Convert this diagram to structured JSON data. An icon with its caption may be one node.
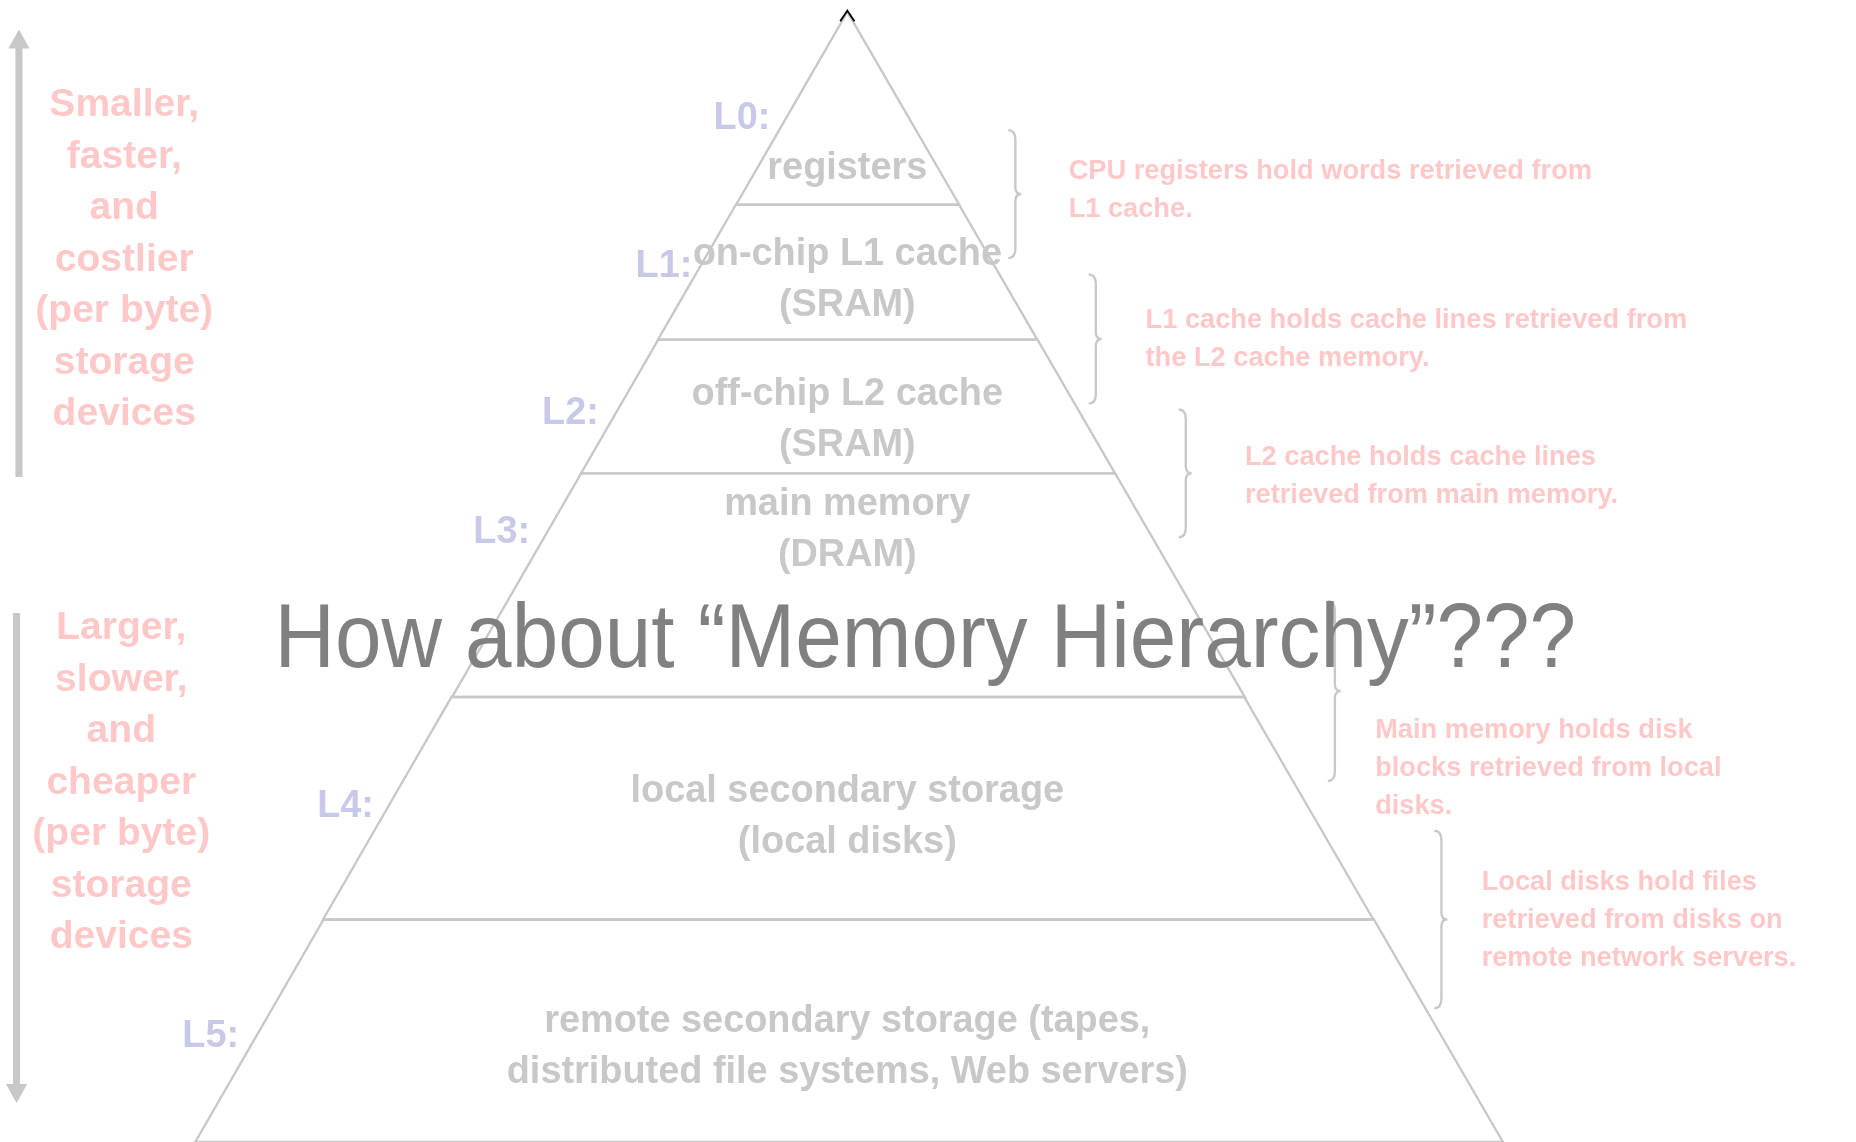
{
  "diagram": {
    "title": "How about “Memory Hierarchy”???",
    "nodes": [
      {
        "text": [
          "registers"
        ],
        "beside": [
          "L0:"
        ]
      },
      {
        "text": [
          "on-chip L1 cache (SRAM)"
        ],
        "beside": [
          "L1:"
        ]
      },
      {
        "text": [
          "off-chip L2 cache (SRAM)"
        ],
        "beside": [
          "L2:"
        ]
      },
      {
        "text": [
          "main memory (DRAM)"
        ],
        "beside": [
          "L3:"
        ]
      },
      {
        "text": [
          "local secondary storage (local disks)"
        ],
        "beside": [
          "L4:"
        ]
      },
      {
        "text": [
          "remote secondary storage (tapes, distributed file systems, Web servers)"
        ],
        "beside": [
          "L5:"
        ]
      }
    ],
    "edges": [],
    "labels": [
      "Smaller, faster, and costlier (per byte) storage devices",
      "CPU registers hold words retrieved from L1 cache.",
      "L1 cache holds cache lines retrieved from the L2 cache memory.",
      "L2 cache holds cache lines retrieved from main memory.",
      "Larger, slower, and cheaper (per byte) storage devices",
      "Main memory holds disk blocks retrieved from local disks.",
      "Local disks hold files retrieved from disks on remote network servers."
    ]
  }
}
